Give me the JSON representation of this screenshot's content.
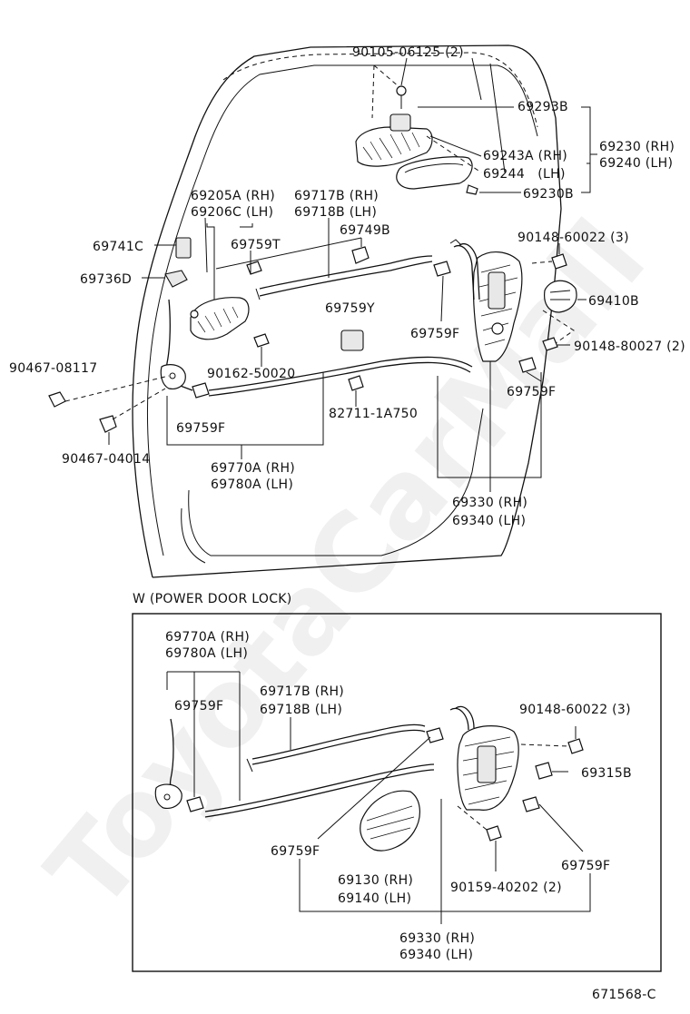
{
  "watermark": "ToyotaCarMall",
  "upper": {
    "labels": {
      "bolt_top": "90105-06125 (2)",
      "handle_frame": "69293B",
      "pad_rh": "69243A (RH)",
      "pad_lh": "69244   (LH)",
      "outer_handle_rh": "69230 (RH)",
      "outer_handle_lh": "69240 (LH)",
      "cover_screw": "69230B",
      "inner_handle_rh": "69205A (RH)",
      "inner_handle_lh": "69206C (LH)",
      "rod_rh": "69717B (RH)",
      "rod_lh": "69718B (LH)",
      "clip_t": "69759T",
      "clip_b": "69749B",
      "bracket_c": "69741C",
      "bracket_d": "69736D",
      "screw_top_right": "90148-60022 (3)",
      "lock_cover": "69410B",
      "clip_y": "69759Y",
      "clip_f_mid": "69759F",
      "screw_bottom_right": "90148-80027 (2)",
      "clip_f_right": "69759F",
      "screw_inner": "90162-50020",
      "nut_left": "90467-08117",
      "clip_f_left": "69759F",
      "clamp": "82711-1A750",
      "bolt_left": "90467-04014",
      "lock_rod_rh": "69770A (RH)",
      "lock_rod_lh": "69780A (LH)",
      "lock_rh": "69330 (RH)",
      "lock_lh": "69340 (LH)"
    }
  },
  "inset": {
    "title": "W (POWER DOOR LOCK)",
    "labels": {
      "lock_rod_rh": "69770A (RH)",
      "lock_rod_lh": "69780A (LH)",
      "clip_f_top": "69759F",
      "rod_rh": "69717B (RH)",
      "rod_lh": "69718B (LH)",
      "screw": "90148-60022 (3)",
      "clip_315": "69315B",
      "clip_f_left": "69759F",
      "clip_f_right": "69759F",
      "cover_rh": "69130 (RH)",
      "cover_lh": "69140 (LH)",
      "screw_small": "90159-40202 (2)",
      "lock_rh": "69330 (RH)",
      "lock_lh": "69340 (LH)"
    }
  },
  "figure_code": "671568-C"
}
